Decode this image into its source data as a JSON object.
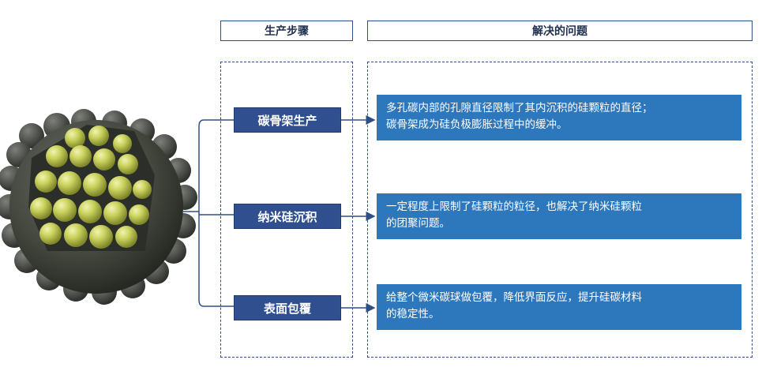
{
  "headers": {
    "steps": "生产步骤",
    "problems": "解决的问题"
  },
  "rows": [
    {
      "step": "碳骨架生产",
      "problem_line1": "多孔碳内部的孔隙直径限制了其内沉积的硅颗粒的直径；",
      "problem_line2": "碳骨架成为硅负极膨胀过程中的缓冲。"
    },
    {
      "step": "纳米硅沉积",
      "problem_line1": "一定程度上限制了硅颗粒的粒径，也解决了纳米硅颗粒",
      "problem_line2": "的团聚问题。"
    },
    {
      "step": "表面包覆",
      "problem_line1": "给整个微米碳球做包覆，降低界面反应，提升硅碳材料",
      "problem_line2": "的稳定性。"
    }
  ],
  "colors": {
    "step_fill": "#2f4f8f",
    "problem_fill": "#2d77bd",
    "border": "#2e4f86",
    "particle_shell": "#4a4d48",
    "nano_silicon": "#c8cf5e"
  },
  "icons": {
    "particle": "silicon-carbon-particle-illustration"
  }
}
